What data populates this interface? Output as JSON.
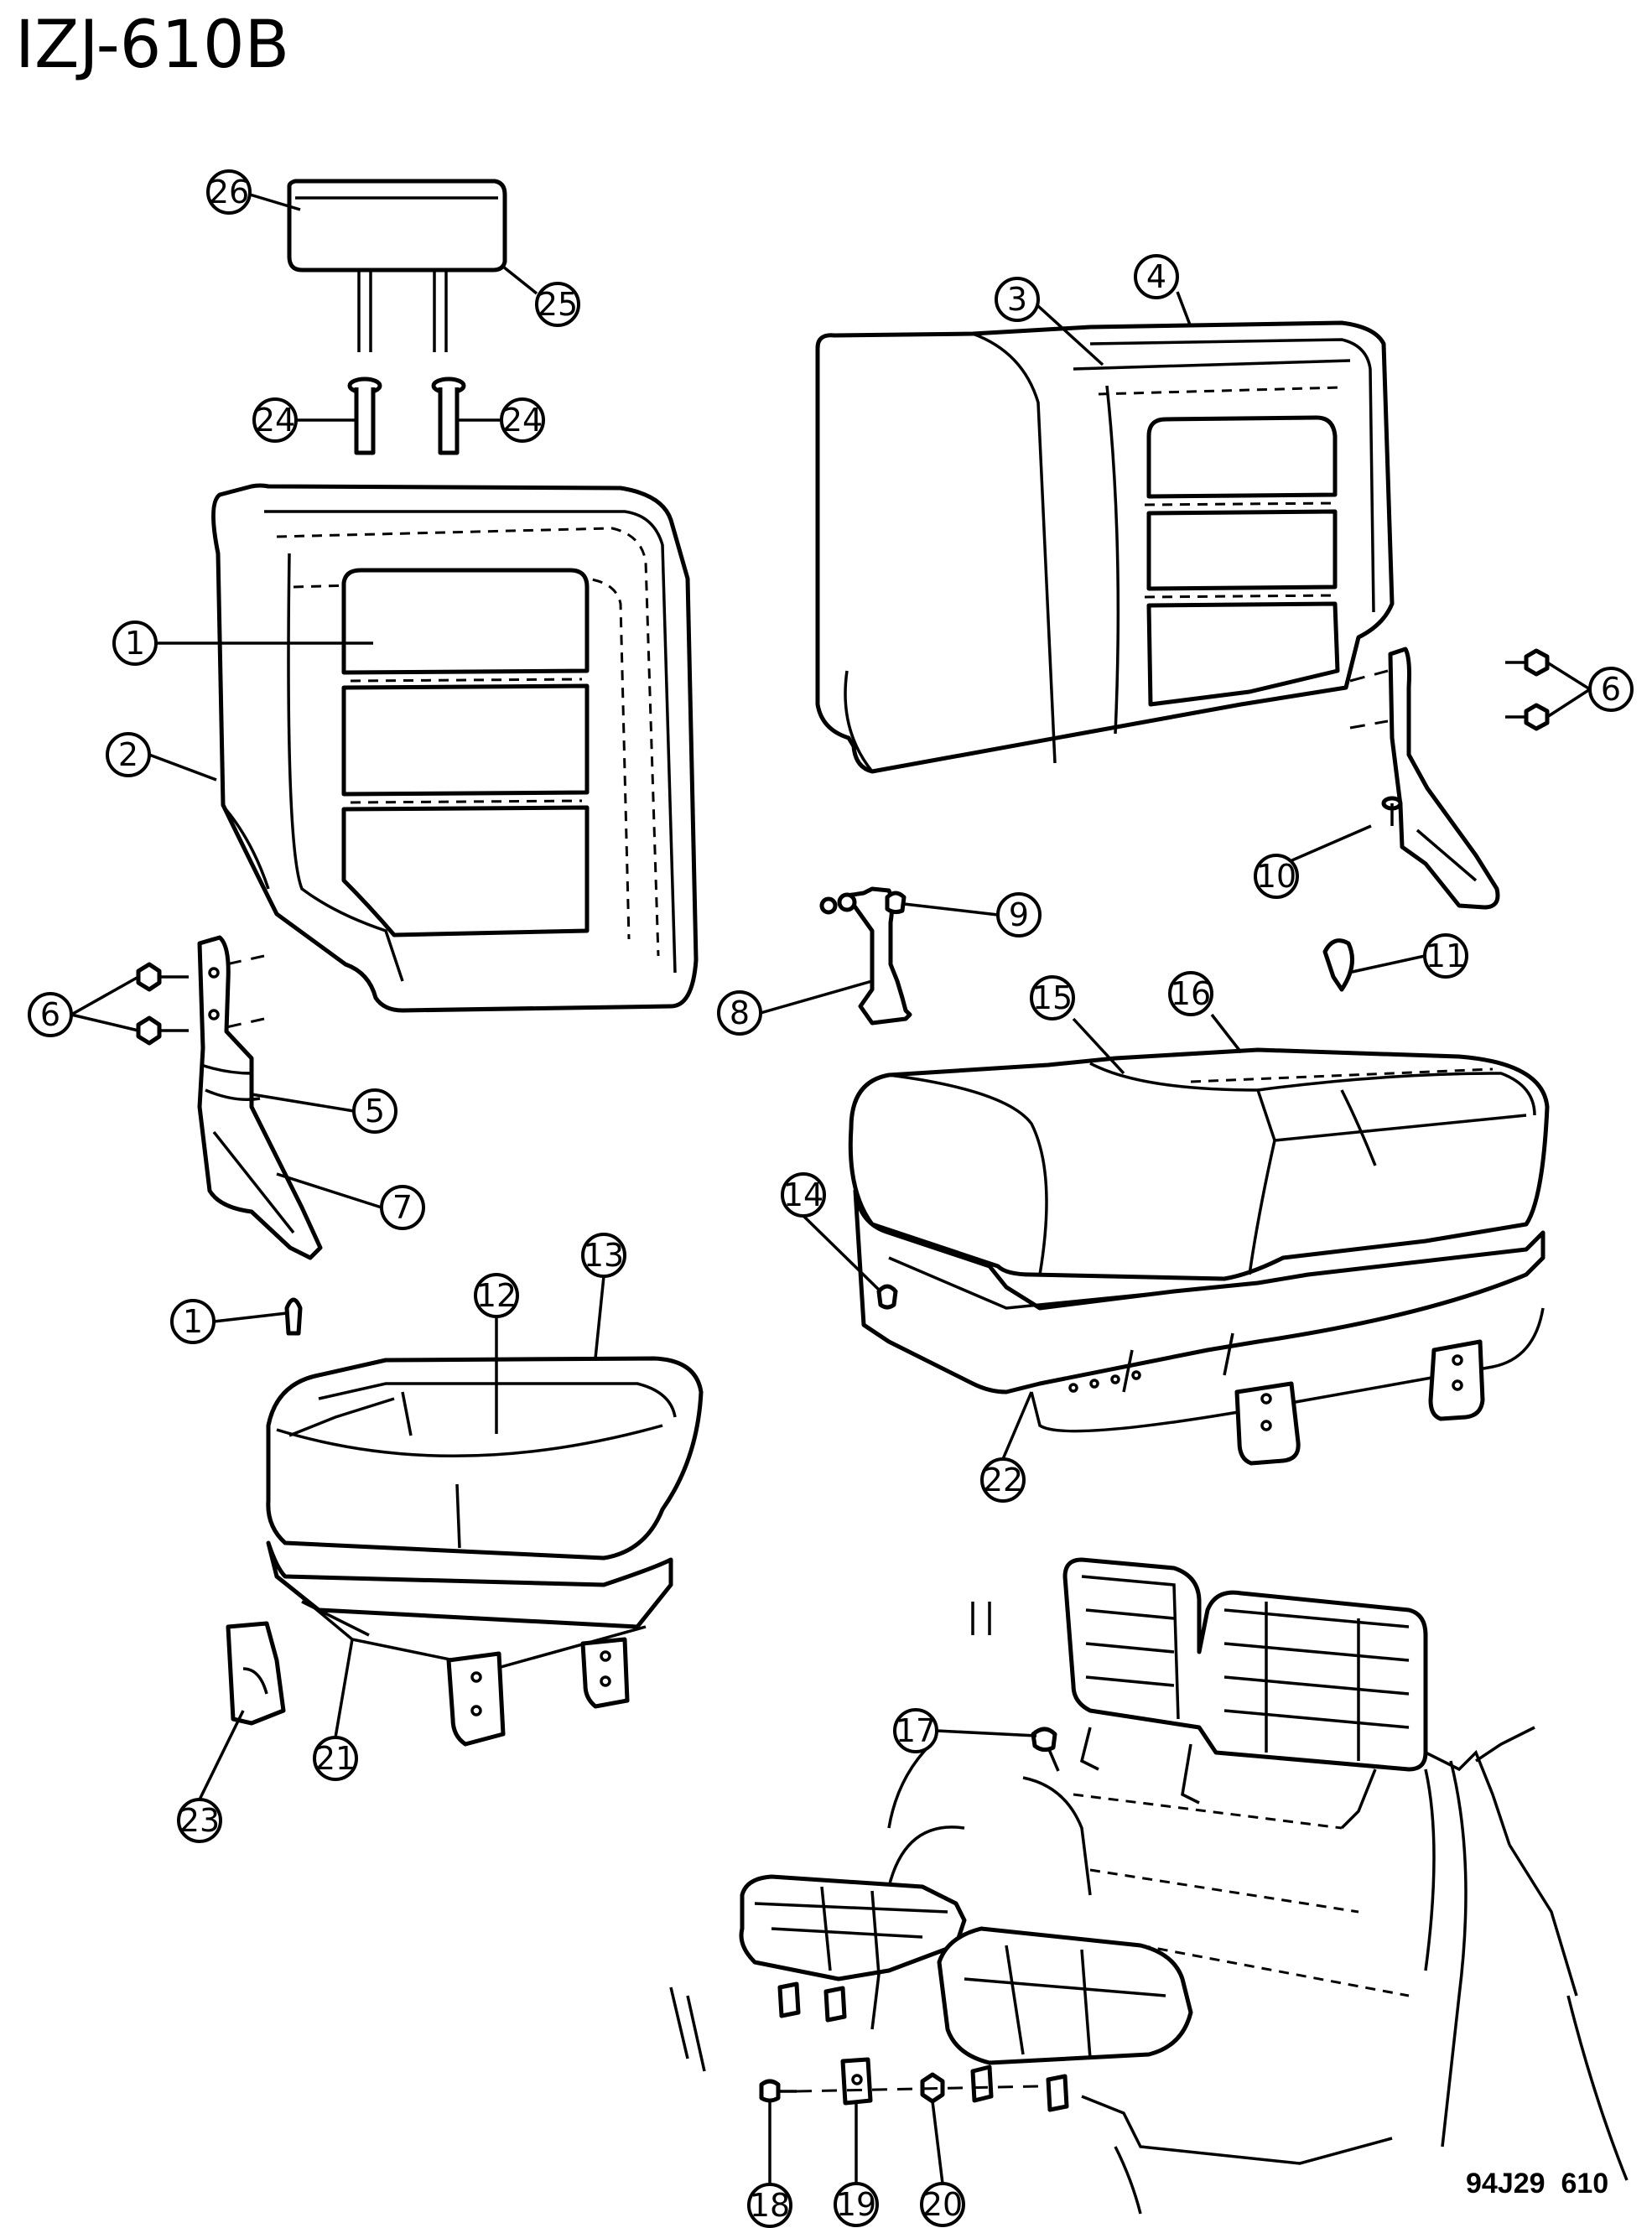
{
  "diagram": {
    "title": "IZJ-610B",
    "drawing_code": "94J29  610",
    "callouts": [
      "1",
      "2",
      "3",
      "4",
      "5",
      "6",
      "7",
      "8",
      "9",
      "10",
      "11",
      "12",
      "13",
      "14",
      "15",
      "16",
      "17",
      "18",
      "19",
      "20",
      "21",
      "22",
      "23",
      "24",
      "25",
      "26"
    ]
  }
}
